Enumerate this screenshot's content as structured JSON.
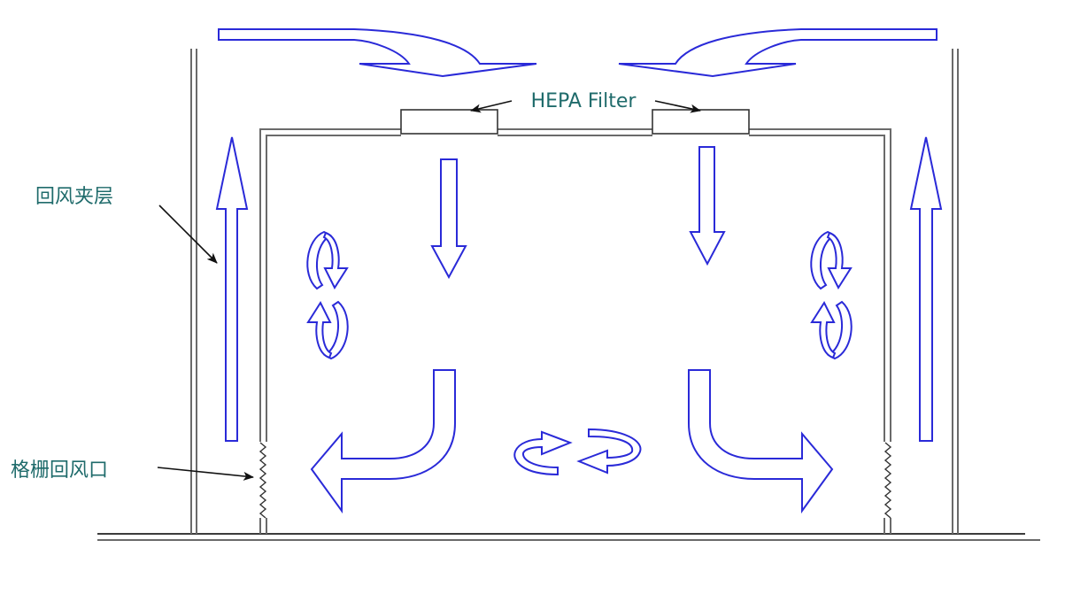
{
  "labels": {
    "hepa_filter": "HEPA Filter",
    "return_air_plenum": "回风夹层",
    "grille_return_vent": "格栅回风口"
  },
  "colors": {
    "airflow_arrow": "#2a2ad8",
    "label_text": "#1f6b6b",
    "structure": "#6a6a6a",
    "pointer": "#111111"
  }
}
